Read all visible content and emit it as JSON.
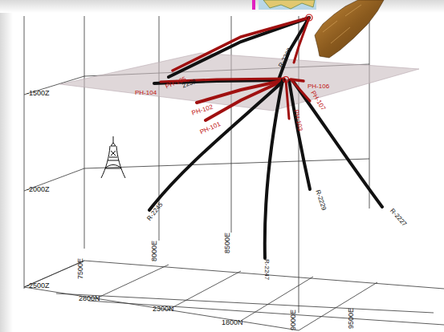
{
  "diagram": {
    "labels": [
      "-1500Z",
      "-2000Z",
      "-2500Z",
      "7500E",
      "8000E",
      "8500E",
      "9000E",
      "9500E",
      "2800N",
      "2300N",
      "1800N",
      "PH-105",
      "PH-104",
      "2238",
      "R-2208",
      "PH-106",
      "PH-102",
      "PH-101",
      "PH-107",
      "PH-103",
      "R-2245",
      "R-2229",
      "R-2227",
      "R-2247"
    ]
  }
}
